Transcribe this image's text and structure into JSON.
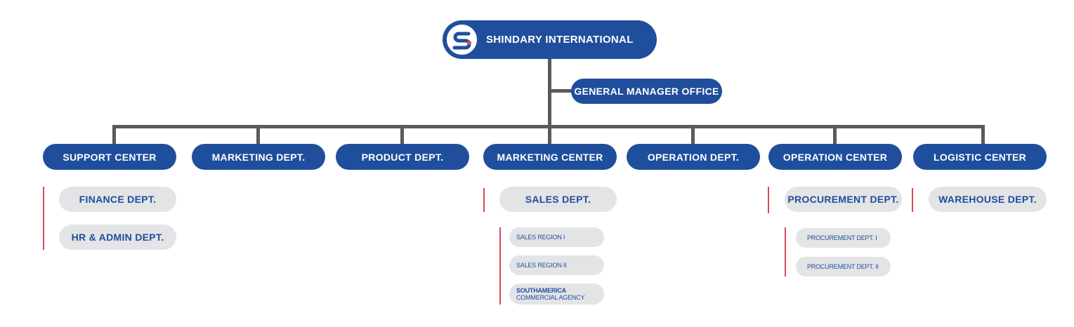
{
  "root": {
    "title": "SHINDARY INTERNATIONAL",
    "logo_icon": "shindary-logo-icon"
  },
  "gm_office": "GENERAL MANAGER OFFICE",
  "departments": [
    {
      "label": "SUPPORT CENTER",
      "children": [
        "FINANCE DEPT.",
        "HR & ADMIN DEPT."
      ]
    },
    {
      "label": "MARKETING DEPT.",
      "children": []
    },
    {
      "label": "PRODUCT DEPT.",
      "children": []
    },
    {
      "label": "MARKETING CENTER",
      "children": [
        "SALES DEPT."
      ],
      "sub_children": [
        "SALES REGION  I",
        "SALES REGION  II"
      ],
      "agency": {
        "line1": "SOUTHAMERICA",
        "line2": "COMMERCIAL AGENCY"
      }
    },
    {
      "label": "OPERATION DEPT.",
      "children": []
    },
    {
      "label": "OPERATION CENTER",
      "children": [
        "PROCUREMENT DEPT."
      ],
      "sub_children": [
        "PROCUREMENT DEPT.  I",
        "PROCUREMENT DEPT.  II"
      ]
    },
    {
      "label": "LOGISTIC CENTER",
      "children": [
        "WAREHOUSE  DEPT."
      ]
    }
  ],
  "colors": {
    "primary": "#1f4e9c",
    "connector": "#5a5a5a",
    "accent": "#d94a5a",
    "secondary_bg": "#e3e4e6"
  }
}
